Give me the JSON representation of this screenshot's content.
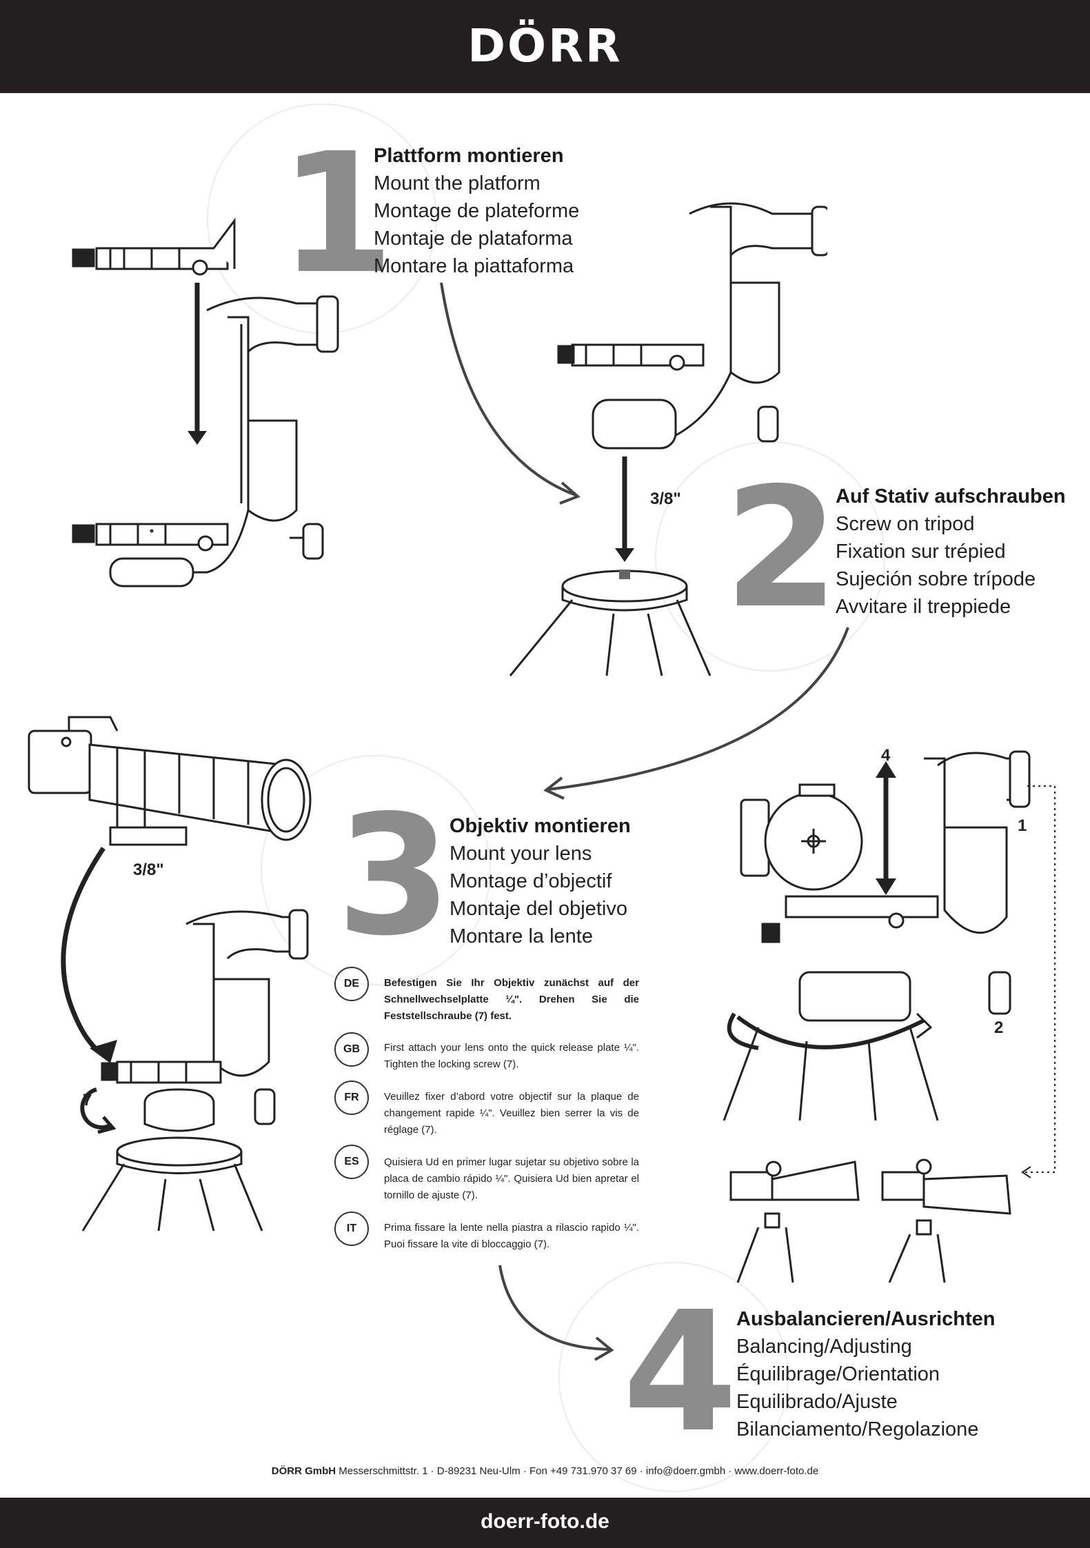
{
  "header": {
    "brand": "DÖRR"
  },
  "steps": [
    {
      "number": "1",
      "title": "Plattform montieren",
      "lines": [
        "Mount the platform",
        "Montage de plateforme",
        "Montaje de plataforma",
        "Montare la piattaforma"
      ]
    },
    {
      "number": "2",
      "title": "Auf Stativ aufschrauben",
      "lines": [
        "Screw on tripod",
        "Fixation sur trépied",
        "Sujeción sobre trípode",
        "Avvitare il treppiede"
      ]
    },
    {
      "number": "3",
      "title": "Objektiv montieren",
      "lines": [
        "Mount your lens",
        "Montage d’objectif",
        "Montaje del objetivo",
        "Montare la lente"
      ]
    },
    {
      "number": "4",
      "title": "Ausbalancieren/Ausrichten",
      "lines": [
        "Balancing/Adjusting",
        "Équilibrage/Orientation",
        "Equilibrado/Ajuste",
        "Bilanciamento/Regolazione"
      ]
    }
  ],
  "instructions": [
    {
      "code": "DE",
      "text": "Befestigen Sie Ihr Objektiv zunächst auf der Schnellwechselplatte ¼\". Drehen Sie die Feststellschraube (7) fest."
    },
    {
      "code": "GB",
      "text": "First attach your lens onto the quick release plate ¼\". Tighten the locking screw (7)."
    },
    {
      "code": "FR",
      "text": "Veuillez fixer d’abord votre objectif sur la plaque de changement rapide ¼\". Veuillez bien serrer la vis de réglage (7)."
    },
    {
      "code": "ES",
      "text": "Quisiera Ud en primer lugar sujetar su objetivo sobre la placa de cambio rápido ¼\". Quisiera Ud bien apretar el tornillo de ajuste (7)."
    },
    {
      "code": "IT",
      "text": "Prima fissare la lente nella piastra a rilascio rapido ¼\". Puoi fissare la vite di bloccaggio (7)."
    }
  ],
  "labels": {
    "thread_step2": "3/8\"",
    "thread_step3": "3/8\"",
    "screw_7": "7",
    "callout_4": "4",
    "callout_1": "1",
    "callout_2": "2"
  },
  "footer": {
    "company": "DÖRR GmbH",
    "details": "Messerschmittstr. 1 · D-89231 Neu-Ulm · Fon +49 731.970 37 69 · info@doerr.gmbh · www.doerr-foto.de"
  },
  "bottom_bar": {
    "website": "doerr-foto.de"
  },
  "colors": {
    "bar": "#231f20",
    "number_gray": "#8c8c8c",
    "text": "#1a1a1a"
  }
}
